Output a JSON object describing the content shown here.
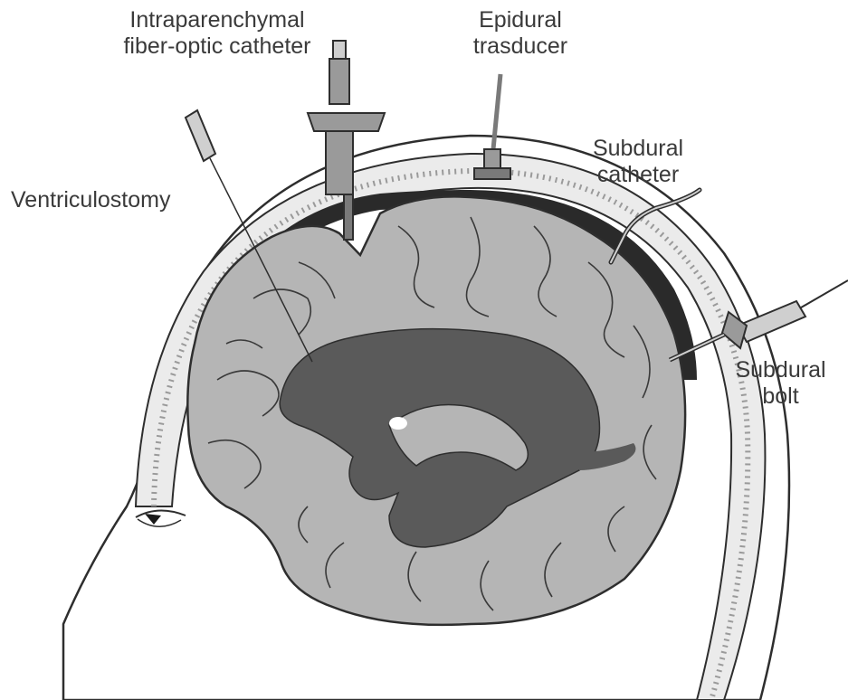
{
  "labels": {
    "intraparenchymal": {
      "line1": "Intraparenchymal",
      "line2": "fiber-optic catheter"
    },
    "epidural": {
      "line1": "Epidural",
      "line2": "trasducer"
    },
    "ventriculostomy": {
      "line1": "Ventriculostomy"
    },
    "subdural_catheter": {
      "line1": "Subdural",
      "line2": "catheter"
    },
    "subdural_bolt": {
      "line1": "Subdural",
      "line2": "bolt"
    }
  },
  "colors": {
    "brain": "#b5b5b5",
    "ventricle": "#5a5a5a",
    "outline": "#2e2e2e",
    "skull_band": "#e8e8e8",
    "dark_space": "#2a2a2a",
    "text": "#3a3a3a"
  }
}
